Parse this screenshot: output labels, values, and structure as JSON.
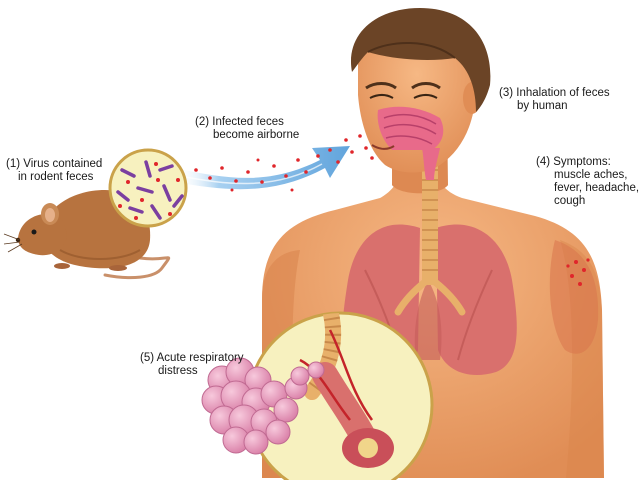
{
  "labels": {
    "step1": {
      "line1": "(1) Virus contained",
      "line2": "in rodent feces"
    },
    "step2": {
      "line1": "(2) Infected feces",
      "line2": "become airborne"
    },
    "step3": {
      "line1": "(3) Inhalation of feces",
      "line2": "by human"
    },
    "step4": {
      "line1": "(4) Symptoms:",
      "line2": "muscle aches,",
      "line3": "fever, headache,",
      "line4": "cough"
    },
    "step5": {
      "line1": "(5) Acute respiratory",
      "line2": "distress"
    }
  },
  "colors": {
    "skin": "#efa46a",
    "skin_shadow": "#d9844c",
    "hair": "#6b4426",
    "rodent": "#b7733f",
    "lung": "#d9706d",
    "airflow": "#6aaee0",
    "particle": "#e0262b",
    "inset_bg": "#f7f1bf",
    "alveoli": "#e7a2c2"
  }
}
